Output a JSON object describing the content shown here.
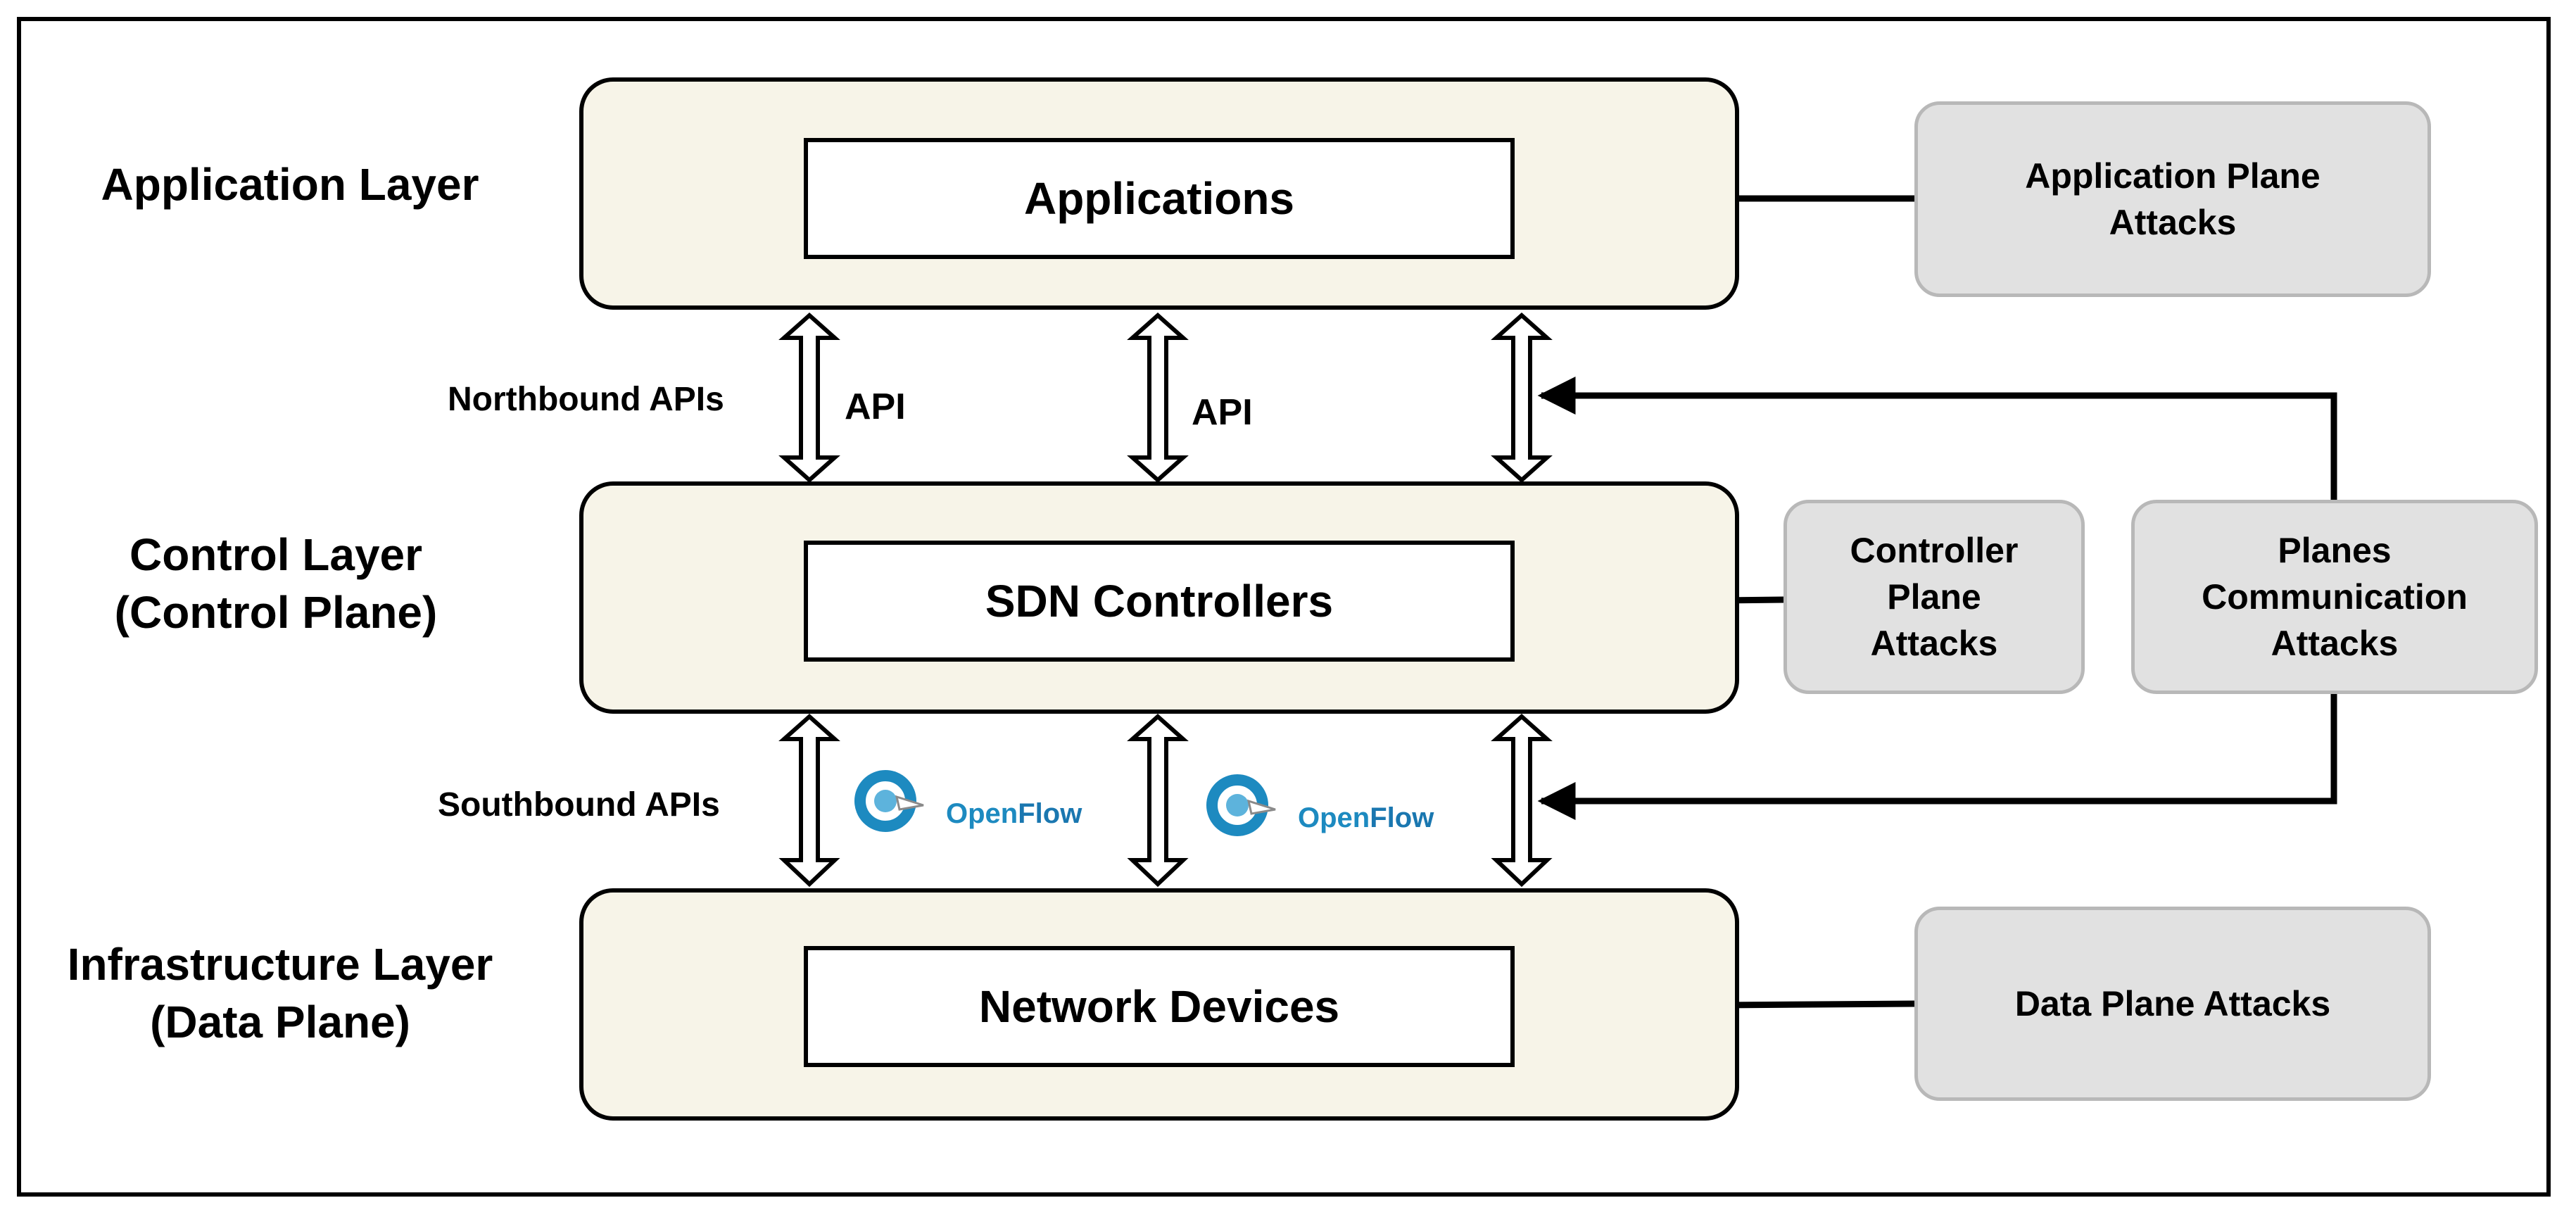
{
  "layer_labels": {
    "application": [
      "Application Layer"
    ],
    "control": [
      "Control Layer",
      "(Control Plane)"
    ],
    "infrastructure": [
      "Infrastructure Layer",
      "(Data Plane)"
    ]
  },
  "boxes": {
    "applications": "Applications",
    "sdn_controllers": "SDN Controllers",
    "network_devices": "Network Devices"
  },
  "attacks": {
    "application_plane": [
      "Application Plane",
      "Attacks"
    ],
    "controller_plane": [
      "Controller",
      "Plane",
      "Attacks"
    ],
    "planes_communication": [
      "Planes",
      "Communication",
      "Attacks"
    ],
    "data_plane": [
      "Data Plane Attacks"
    ]
  },
  "interfaces": {
    "northbound": "Northbound APIs",
    "southbound": "Southbound APIs",
    "api_labels": [
      "API",
      "API"
    ],
    "openflow_prefix": "Open",
    "openflow_suffix": "Flow"
  },
  "colors": {
    "layer_fill": "#f7f4e8",
    "attack_fill": "#e1e1e1",
    "openflow_blue": "#1d8ac0"
  },
  "icons": {
    "openflow_logo": "openflow-logo-icon",
    "double_arrow": "bidirectional-arrow-icon"
  }
}
